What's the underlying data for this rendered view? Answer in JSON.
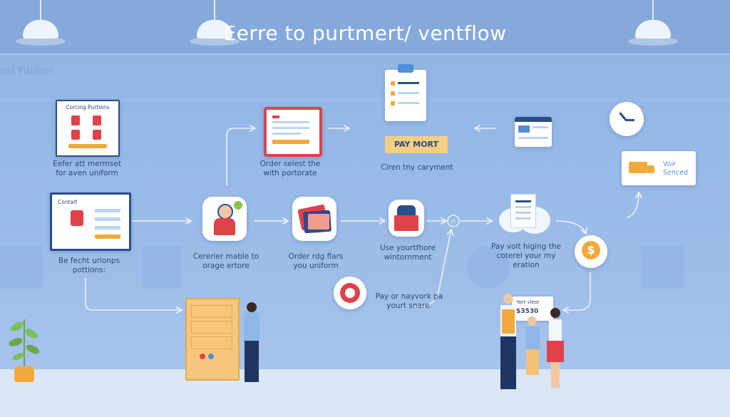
{
  "header": {
    "title": "Eerre to purtmert/ ventflow",
    "faint_label": "est Fituner"
  },
  "steps": {
    "catalog_card_title": "Corcing Purtions",
    "catalog_caption": "Eefer att mermset for aven uniform",
    "contact_card_title": "Contalt",
    "contact_caption": "Be fecht urlonps pottions:",
    "order_select_caption": "Order selest the with portorate",
    "customer_caption": "Cererier mable to orage ertore",
    "order_uniform_caption": "Order rdg flars you uniform",
    "uniform_caption": "Use yourtfhore wintornment",
    "pay_button_label": "PAY MORT",
    "payment_caption": "Ciren tny caryment",
    "pay_caption": "Pay volt higing the coterel your my eration",
    "service_label": "Voir Senced",
    "pay_work_caption": "Pay or nayvork pa yourt snare.",
    "check_label": "Yorr vlest",
    "check_amount": "$3530"
  },
  "colors": {
    "background": "#9bbce8",
    "accent_red": "#e0424a",
    "accent_orange": "#f2a93b",
    "navy": "#2b4d8c"
  }
}
